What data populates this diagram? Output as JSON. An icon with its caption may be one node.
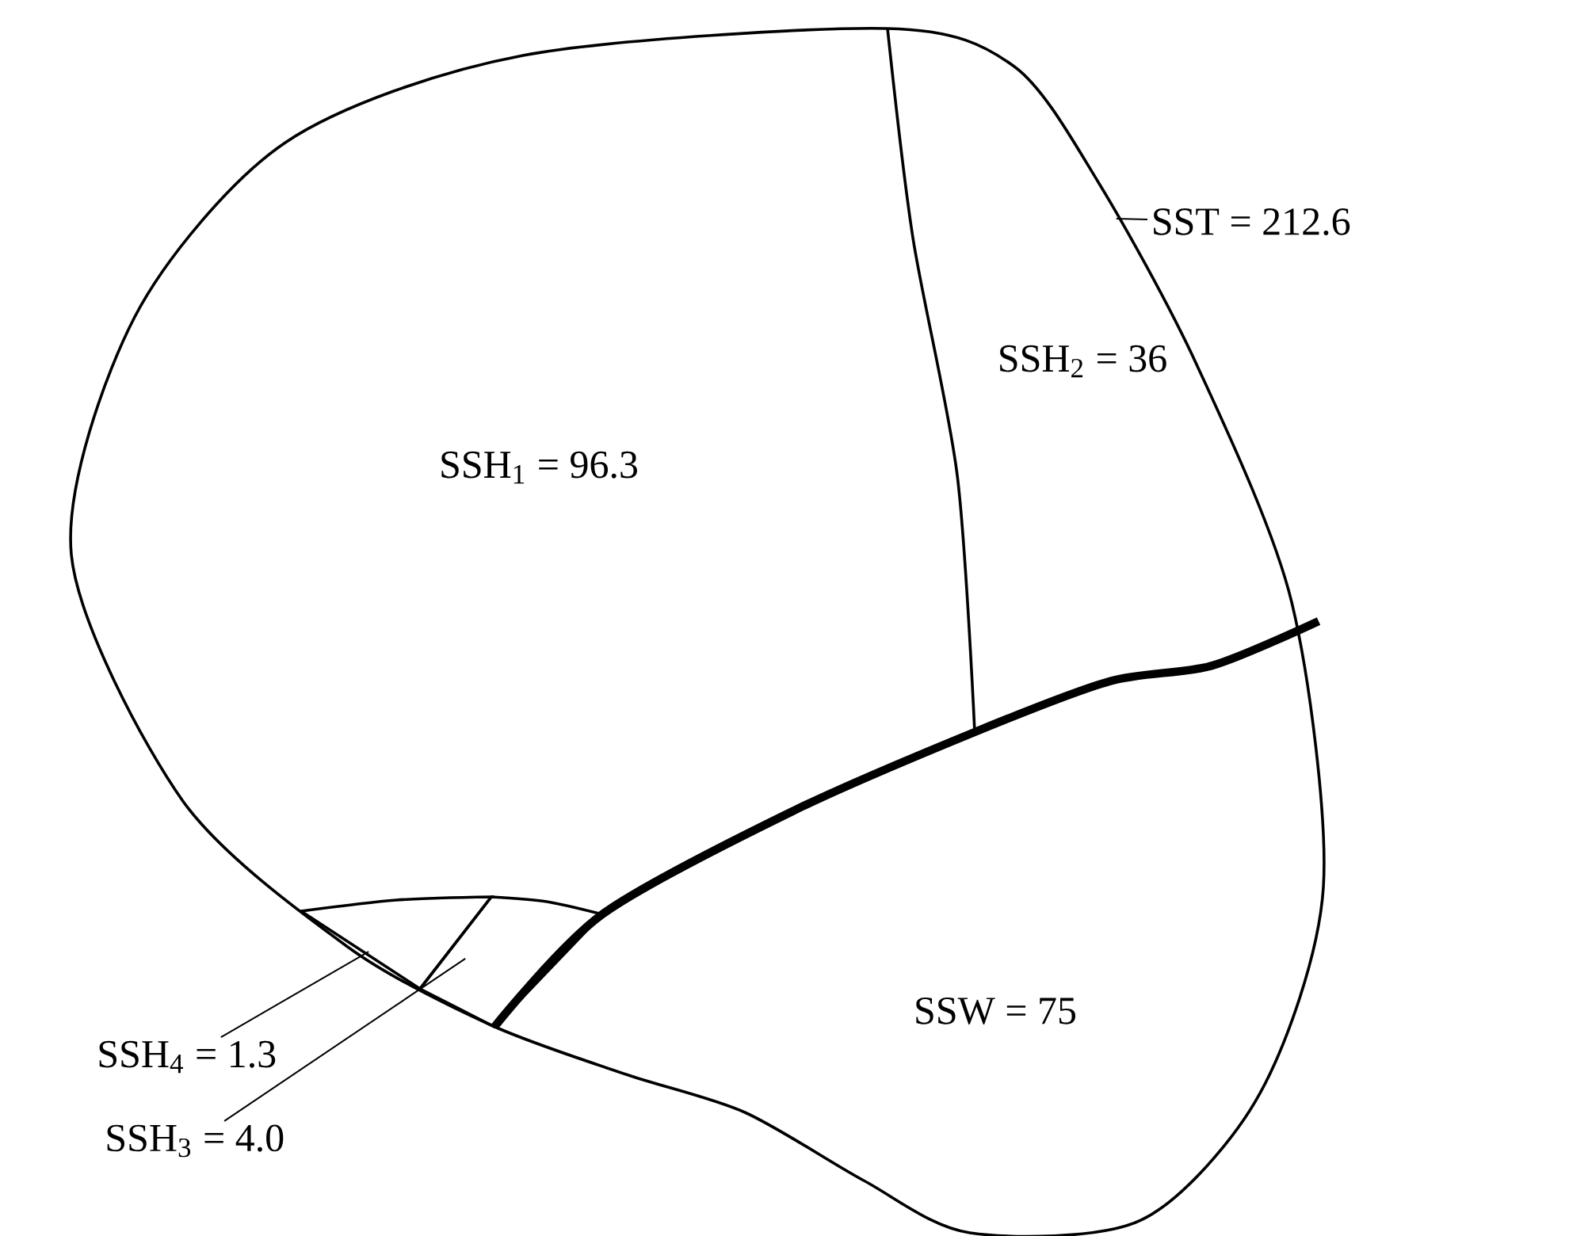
{
  "diagram": {
    "nodes": [
      {
        "text": [],
        "shape": "cloud"
      },
      {
        "text": [
          "SSH$_{1}$ = 96.3"
        ],
        "in": 0
      },
      {
        "text": [
          "SSH$_{2}$ = 36"
        ],
        "in": 0
      },
      {
        "text": [
          "SSW = 75"
        ],
        "in": 0
      },
      {
        "text": [],
        "shape": "box",
        "in": 0
      },
      {
        "text": [],
        "shape": "box",
        "in": 0
      },
      {
        "text": [
          "SST = 212.6"
        ]
      },
      {
        "text": [
          "SSH$_{4}$ = 1.3"
        ]
      },
      {
        "text": [
          "SSH$_{3}$ = 4.0"
        ]
      }
    ],
    "edges": [
      {
        "from": 6,
        "to": 0,
        "arrow": "none"
      },
      {
        "from": 7,
        "to": 4,
        "arrow": "none"
      },
      {
        "from": 8,
        "to": 5,
        "arrow": "none"
      }
    ]
  }
}
